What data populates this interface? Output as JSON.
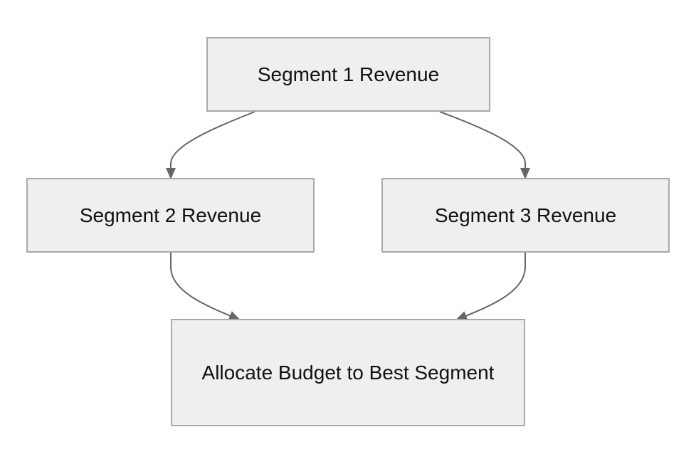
{
  "nodes": {
    "segment1": "Segment 1 Revenue",
    "segment2": "Segment 2 Revenue",
    "segment3": "Segment 3 Revenue",
    "allocate": "Allocate Budget to Best Segment"
  },
  "colors": {
    "node_fill": "#efefef",
    "node_border": "#a9a9a9",
    "edge": "#666666",
    "text": "#111111"
  },
  "edges": [
    {
      "from": "segment1",
      "to": "segment2"
    },
    {
      "from": "segment1",
      "to": "segment3"
    },
    {
      "from": "segment2",
      "to": "allocate"
    },
    {
      "from": "segment3",
      "to": "allocate"
    }
  ]
}
